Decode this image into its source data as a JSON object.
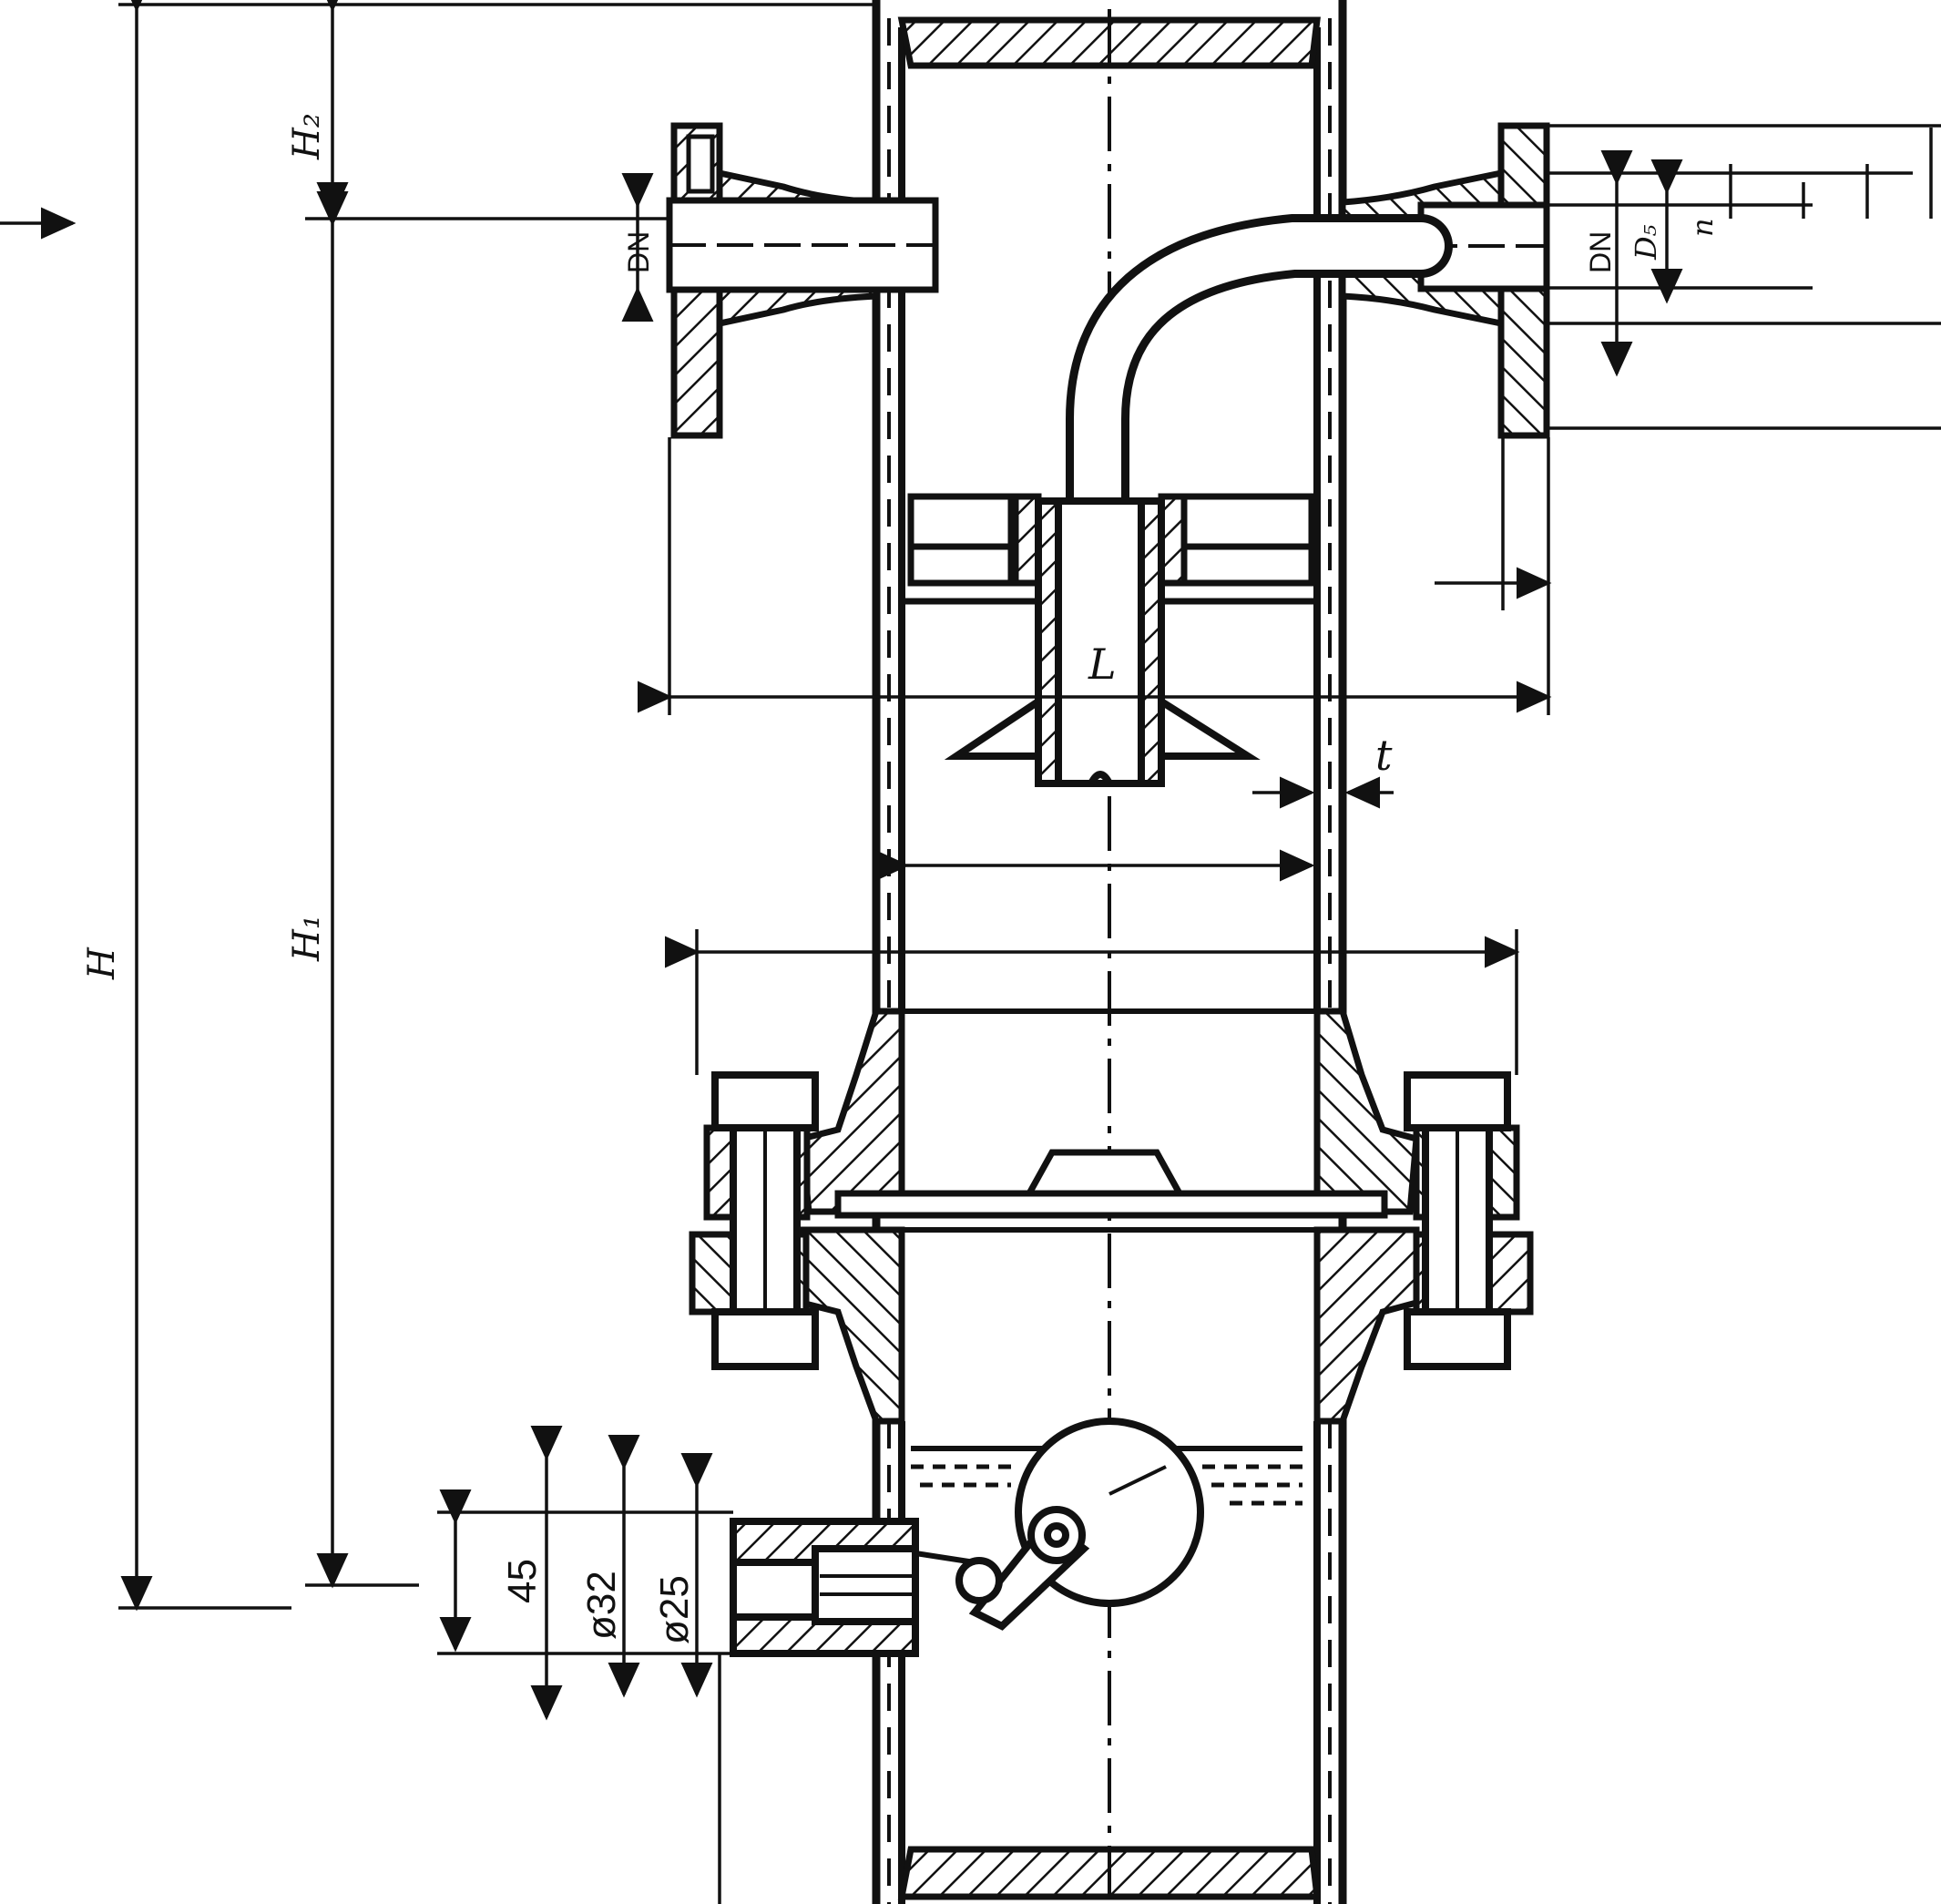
{
  "drawing": {
    "colors": {
      "ink": "#111111",
      "paper": "#ffffff"
    },
    "labels": {
      "H": "H",
      "H1": "H₁",
      "H2": "H₂",
      "L": "L",
      "t": "t",
      "DN_left": "DN",
      "DN_right": "DN",
      "D5": "D₅",
      "n": "n",
      "dim_45": "45",
      "dim_32": "ø32",
      "dim_25": "ø25"
    }
  }
}
